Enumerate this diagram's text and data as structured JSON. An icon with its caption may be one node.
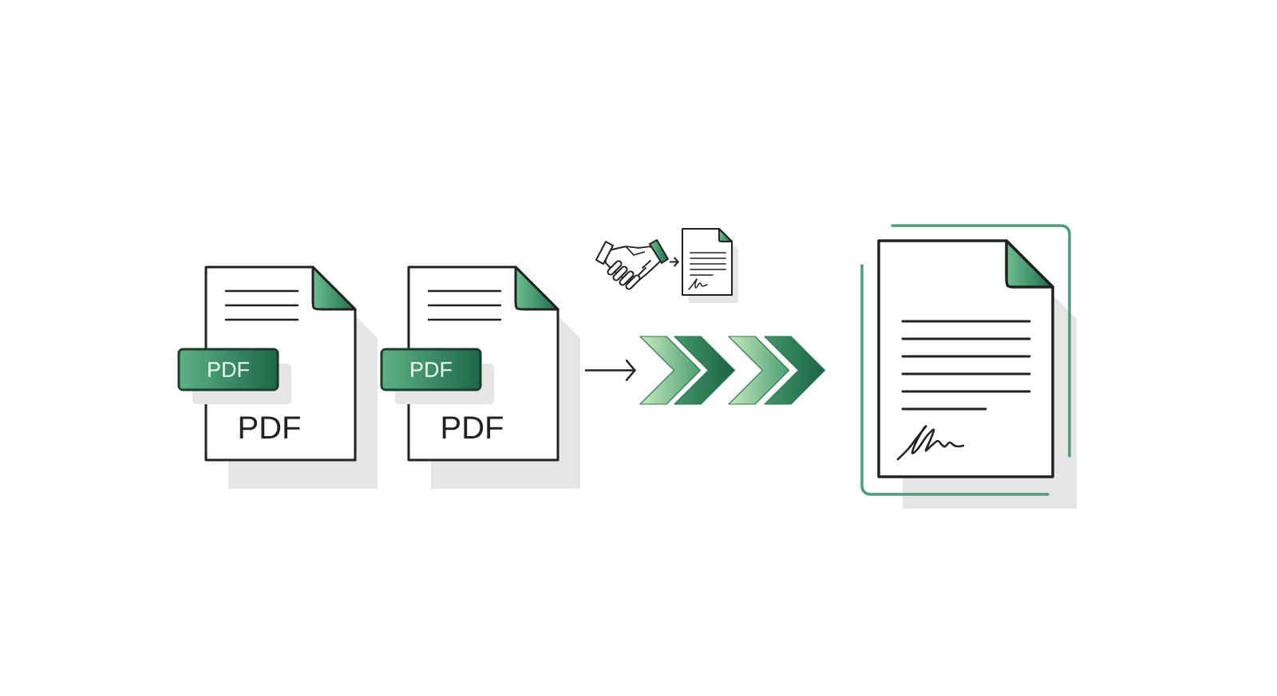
{
  "diagram": {
    "nodes": [
      {
        "text": [
          "PDF"
        ]
      },
      {
        "text": [
          "PDF"
        ]
      },
      {
        "text": [
          "PDF"
        ]
      },
      {
        "text": [
          "PDF"
        ]
      },
      {
        "text": [],
        "shape": "chevron"
      },
      {
        "text": [],
        "shape": "picture"
      },
      {
        "text": [],
        "shape": "document"
      },
      {
        "text": [],
        "shape": "document"
      }
    ],
    "edges": [
      {
        "from": 2,
        "to": 4,
        "arrow": "to"
      },
      {
        "from": 5,
        "to": 6,
        "arrow": "to"
      }
    ]
  }
}
